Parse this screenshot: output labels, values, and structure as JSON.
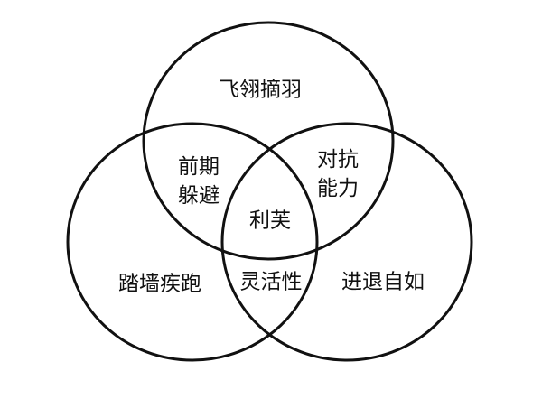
{
  "diagram": {
    "type": "venn",
    "line_color": "#111111",
    "sets": [
      "top",
      "left",
      "right"
    ],
    "regions": {
      "top_only": "飞翎摘羽",
      "top_left": [
        "前期",
        "躲避"
      ],
      "top_right": [
        "对抗",
        "能力"
      ],
      "center": "利芙",
      "left_only": "踏墙疾跑",
      "left_right": "灵活性",
      "right_only": "进退自如"
    }
  }
}
